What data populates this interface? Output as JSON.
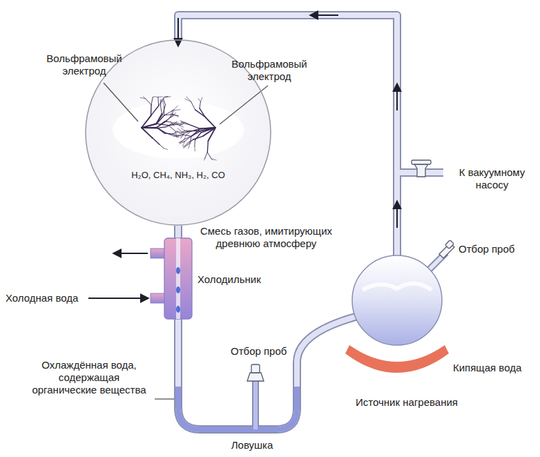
{
  "diagram": {
    "nodes": [
      {
        "text": [
          "H₂O, CH₄, NH₃, H₂, CO"
        ]
      }
    ],
    "labels": [
      "Вольфрамовый электрод",
      "Вольфрамовый электрод",
      "Смесь газов, имитирующих древнюю атмосферу",
      "Холодильник",
      "Холодная вода",
      "К вакуумному насосу",
      "Отбор проб",
      "Кипящая вода",
      "Источник нагревания",
      "Отбор проб",
      "Охлаждённая вода, содержащая органические вещества",
      "Ловушка"
    ]
  }
}
